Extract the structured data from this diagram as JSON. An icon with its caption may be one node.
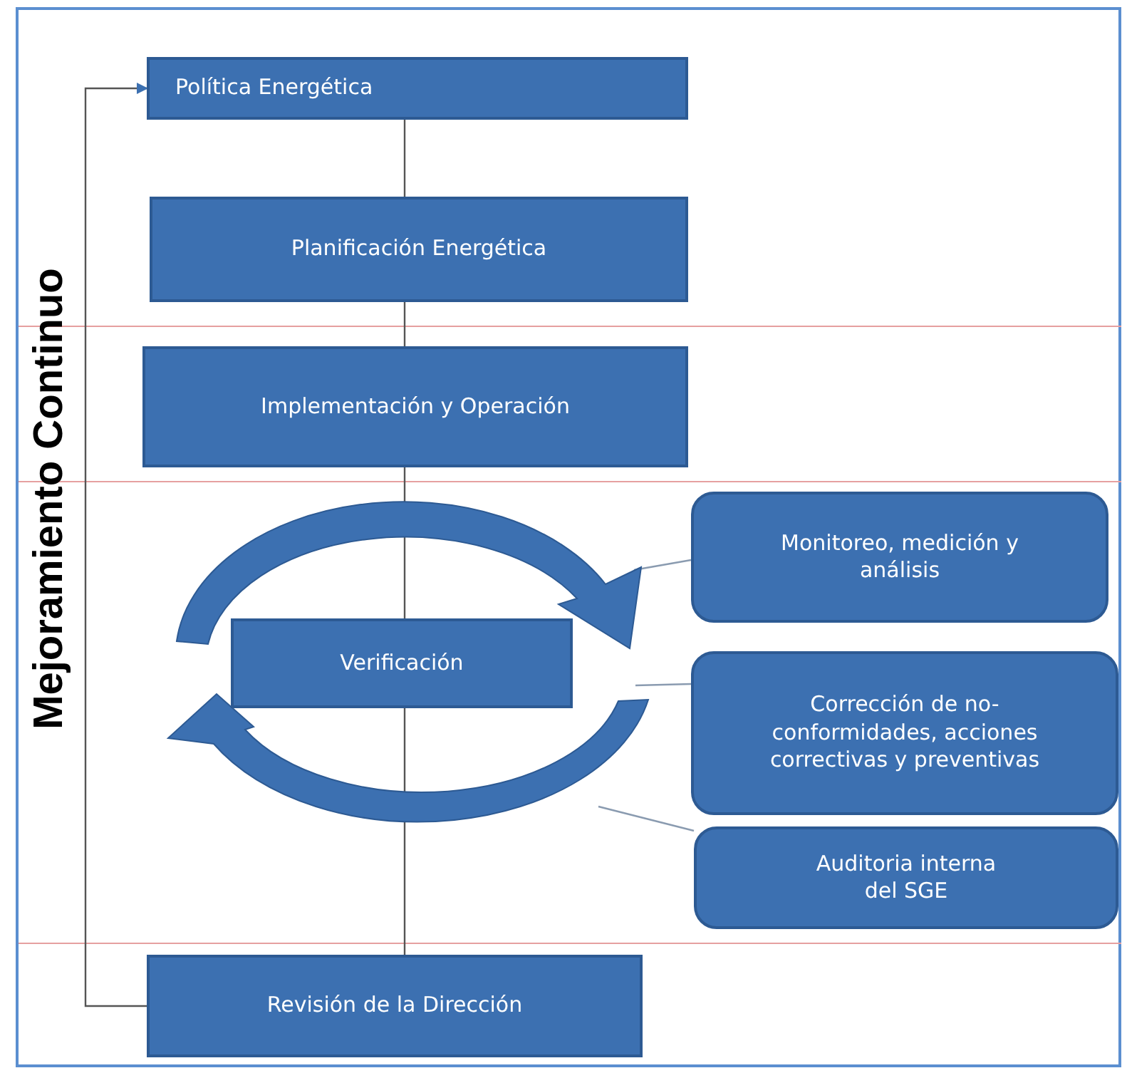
{
  "diagram": {
    "nodes": [
      {
        "text": [
          "Política Energética"
        ]
      },
      {
        "text": [
          "Planificación Energética"
        ]
      },
      {
        "text": [
          "Implementación y Operación"
        ]
      },
      {
        "text": [
          "Verificación"
        ],
        "in": 8
      },
      {
        "text": [
          "Monitoreo, medición y análisis"
        ]
      },
      {
        "text": [
          "Corrección de no-conformidades, acciones correctivas y preventivas"
        ]
      },
      {
        "text": [
          "Auditoria interna del SGE"
        ]
      },
      {
        "text": [
          "Revisión de la Dirección"
        ]
      },
      {
        "text": [],
        "shape": "circle"
      }
    ],
    "edges": [
      {
        "from": 0,
        "to": 1,
        "arrow": "none"
      },
      {
        "from": 1,
        "to": 2,
        "arrow": "none"
      },
      {
        "from": 2,
        "to": 3,
        "arrow": "none"
      },
      {
        "from": 3,
        "to": 7,
        "arrow": "none"
      },
      {
        "from": 7,
        "to": 0,
        "arrow": "to"
      },
      {
        "from": 4,
        "to": 8,
        "arrow": "none",
        "color": "#8a9bb0"
      },
      {
        "from": 5,
        "to": 8,
        "arrow": "none",
        "color": "#8a9bb0"
      },
      {
        "from": 6,
        "to": 8,
        "arrow": "none",
        "color": "#8a9bb0"
      }
    ],
    "labels": [
      "Mejoramiento Continuo"
    ]
  }
}
